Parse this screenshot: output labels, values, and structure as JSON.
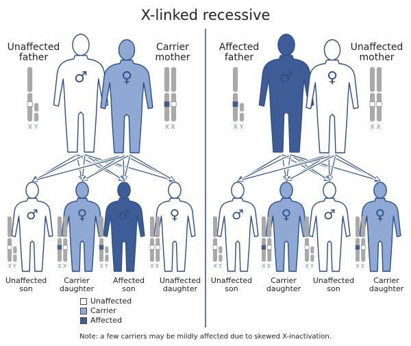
{
  "title": "X-linked recessive",
  "parents": {
    "left_father": "Unaffected father",
    "left_mother": "Carrier mother",
    "right_father": "Affected father",
    "right_mother": "Unaffected mother"
  },
  "children_left": [
    "Unaffected son",
    "Carrier daughter",
    "Affected son",
    "Unaffected daughter"
  ],
  "children_right": [
    "Unaffected son",
    "Carrier daughter",
    "Unaffected son",
    "Carrier daughter"
  ],
  "chromosome_labels": {
    "male": "X Y",
    "female": "X X"
  },
  "symbols": {
    "male": "♂",
    "female": "♀"
  },
  "legend": [
    {
      "label": "Unaffected",
      "color": "#ffffff"
    },
    {
      "label": "Carrier",
      "color": "#8fa8d4"
    },
    {
      "label": "Affected",
      "color": "#3e5d97"
    }
  ],
  "note": "Note: a few carriers may be mildly affected due to skewed X-inactivation.",
  "colors": {
    "outline": "#2d4f8a",
    "chromosome": "#a9a9a9",
    "arrow_stroke": "#2d4f8a"
  }
}
